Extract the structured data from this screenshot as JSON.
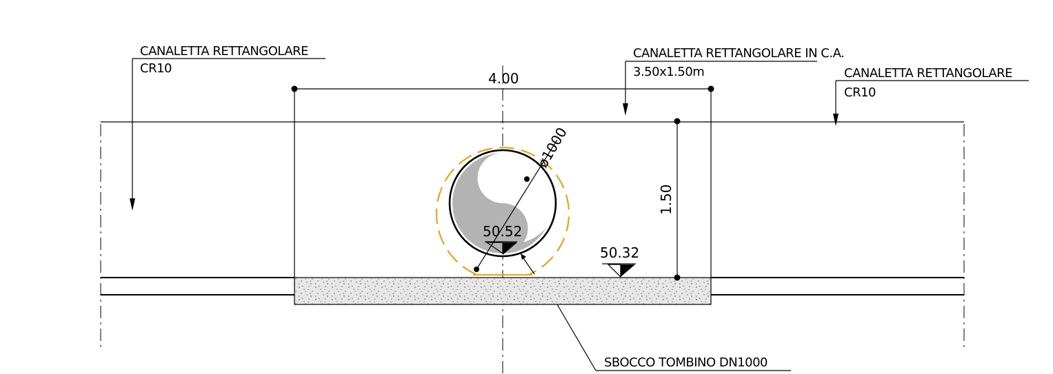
{
  "labels": {
    "left_channel_title": "CANALETTA  RETTANGOLARE",
    "left_channel_code": "CR10",
    "center_channel_title": "CANALETTA  RETTANGOLARE  IN  C.A.",
    "center_channel_size": "3.50x1.50m",
    "right_channel_title": "CANALETTA  RETTANGOLARE",
    "right_channel_code": "CR10",
    "outlet_label": "SBOCCO  TOMBINO  DN1000"
  },
  "dimensions": {
    "width": "4.00",
    "height": "1.50",
    "pipe_diameter": "ø1000"
  },
  "elevations": {
    "pipe_invert": "50.52",
    "channel_bottom": "50.32"
  },
  "colors": {
    "line": "#000000",
    "pipe_fill": "#b3b3b3",
    "dashed_circle": "#e8a317",
    "concrete_fill": "#e6e6e6",
    "concrete_dots": "#6b6b6b"
  }
}
